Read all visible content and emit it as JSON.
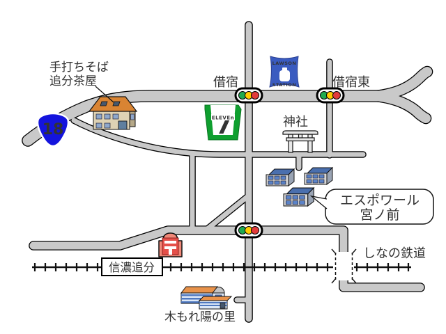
{
  "colors": {
    "road": "#c9c9c9",
    "road_outline": "#000000",
    "route_badge_blue": "#1414dd",
    "lawson_blue": "#3a5bc0",
    "seven_green": "#0f9f2f",
    "seven_orange": "#e8450f",
    "seven_text_red": "#cc1111",
    "traffic_green": "#1faa50",
    "traffic_yellow": "#ffcc00",
    "traffic_red": "#e23b3b",
    "apartment_roof_blue": "#4a6fae",
    "house_roof_orange": "#d98433",
    "postbox_red": "#f08878",
    "postbox_inner_red": "#e5504a",
    "rail_black": "#111111"
  },
  "labels": {
    "soba_shop_line1": "手打ちそば",
    "soba_shop_line2": "追分茶屋",
    "route_number": "18",
    "kariyado": "借宿",
    "kariyado_higashi": "借宿東",
    "shrine": "神社",
    "espoir_line1": "エスポワール",
    "espoir_line2": "宮ノ前",
    "shinano_railway": "しなの鉄道",
    "station_name": "信濃追分",
    "komorebi_no_sato": "木もれ陽の里"
  },
  "signs": {
    "lawson_line1": "LAWSON",
    "lawson_line2": "STATION",
    "seven_digit": "7",
    "seven_text": "ELEVEn",
    "postmark": "〒"
  }
}
